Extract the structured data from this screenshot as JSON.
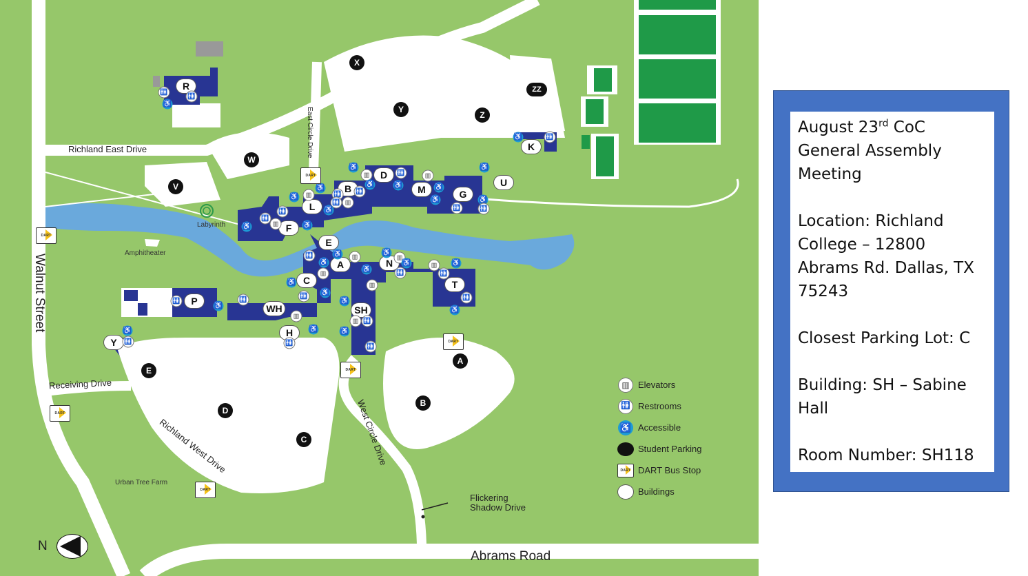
{
  "map": {
    "background_color": "#96c76a",
    "water_color": "#6aa9dc",
    "building_color": "#283593",
    "accessible_color": "#1e9ad6",
    "dart_color": "#f5c21a",
    "roads": {
      "richland_east_drive": "Richland East Drive",
      "east_circle_drive": "East Circle Drive",
      "walnut_street": "Walnut Street",
      "receiving_drive": "Receiving Drive",
      "richland_west_drive": "Richland West Drive",
      "west_circle_drive": "West Circle Drive",
      "flickering_shadow_drive": "Flickering Shadow Drive",
      "abrams_road": "Abrams Road"
    },
    "places": {
      "labyrinth": "Labyrinth",
      "amphitheater": "Amphitheater",
      "urban_tree_farm": "Urban Tree Farm"
    },
    "parking_lots": [
      "X",
      "Y",
      "Z",
      "ZZ",
      "W",
      "V",
      "E",
      "D",
      "C",
      "B",
      "A",
      "Y"
    ],
    "buildings": [
      "R",
      "K",
      "D",
      "B",
      "L",
      "M",
      "G",
      "U",
      "F",
      "E",
      "A",
      "N",
      "C",
      "P",
      "WH",
      "T",
      "SH",
      "H",
      "Y"
    ],
    "dart_label": "DART",
    "compass_label": "N"
  },
  "legend": {
    "items": [
      {
        "icon": "elevator-icon",
        "label": "Elevators"
      },
      {
        "icon": "restroom-icon",
        "label": "Restrooms"
      },
      {
        "icon": "accessible-icon",
        "label": "Accessible"
      },
      {
        "icon": "student-parking-icon",
        "label": "Student Parking"
      },
      {
        "icon": "dart-bus-stop-icon",
        "label": "DART Bus Stop"
      },
      {
        "icon": "building-icon",
        "label": "Buildings"
      }
    ]
  },
  "info": {
    "title_prefix": "August 23",
    "title_sup": "rd",
    "title_suffix": " CoC",
    "title_line2": "General Assembly",
    "title_line3": "Meeting",
    "location_line1": "Location: Richland",
    "location_line2": "College – 12800",
    "location_line3": "Abrams Rd. Dallas, TX",
    "location_line4": "75243",
    "parking": "Closest Parking Lot: C",
    "building_line1": "Building: SH – Sabine",
    "building_line2": "Hall",
    "room": "Room Number: SH118",
    "frame_color": "#4472c4"
  }
}
